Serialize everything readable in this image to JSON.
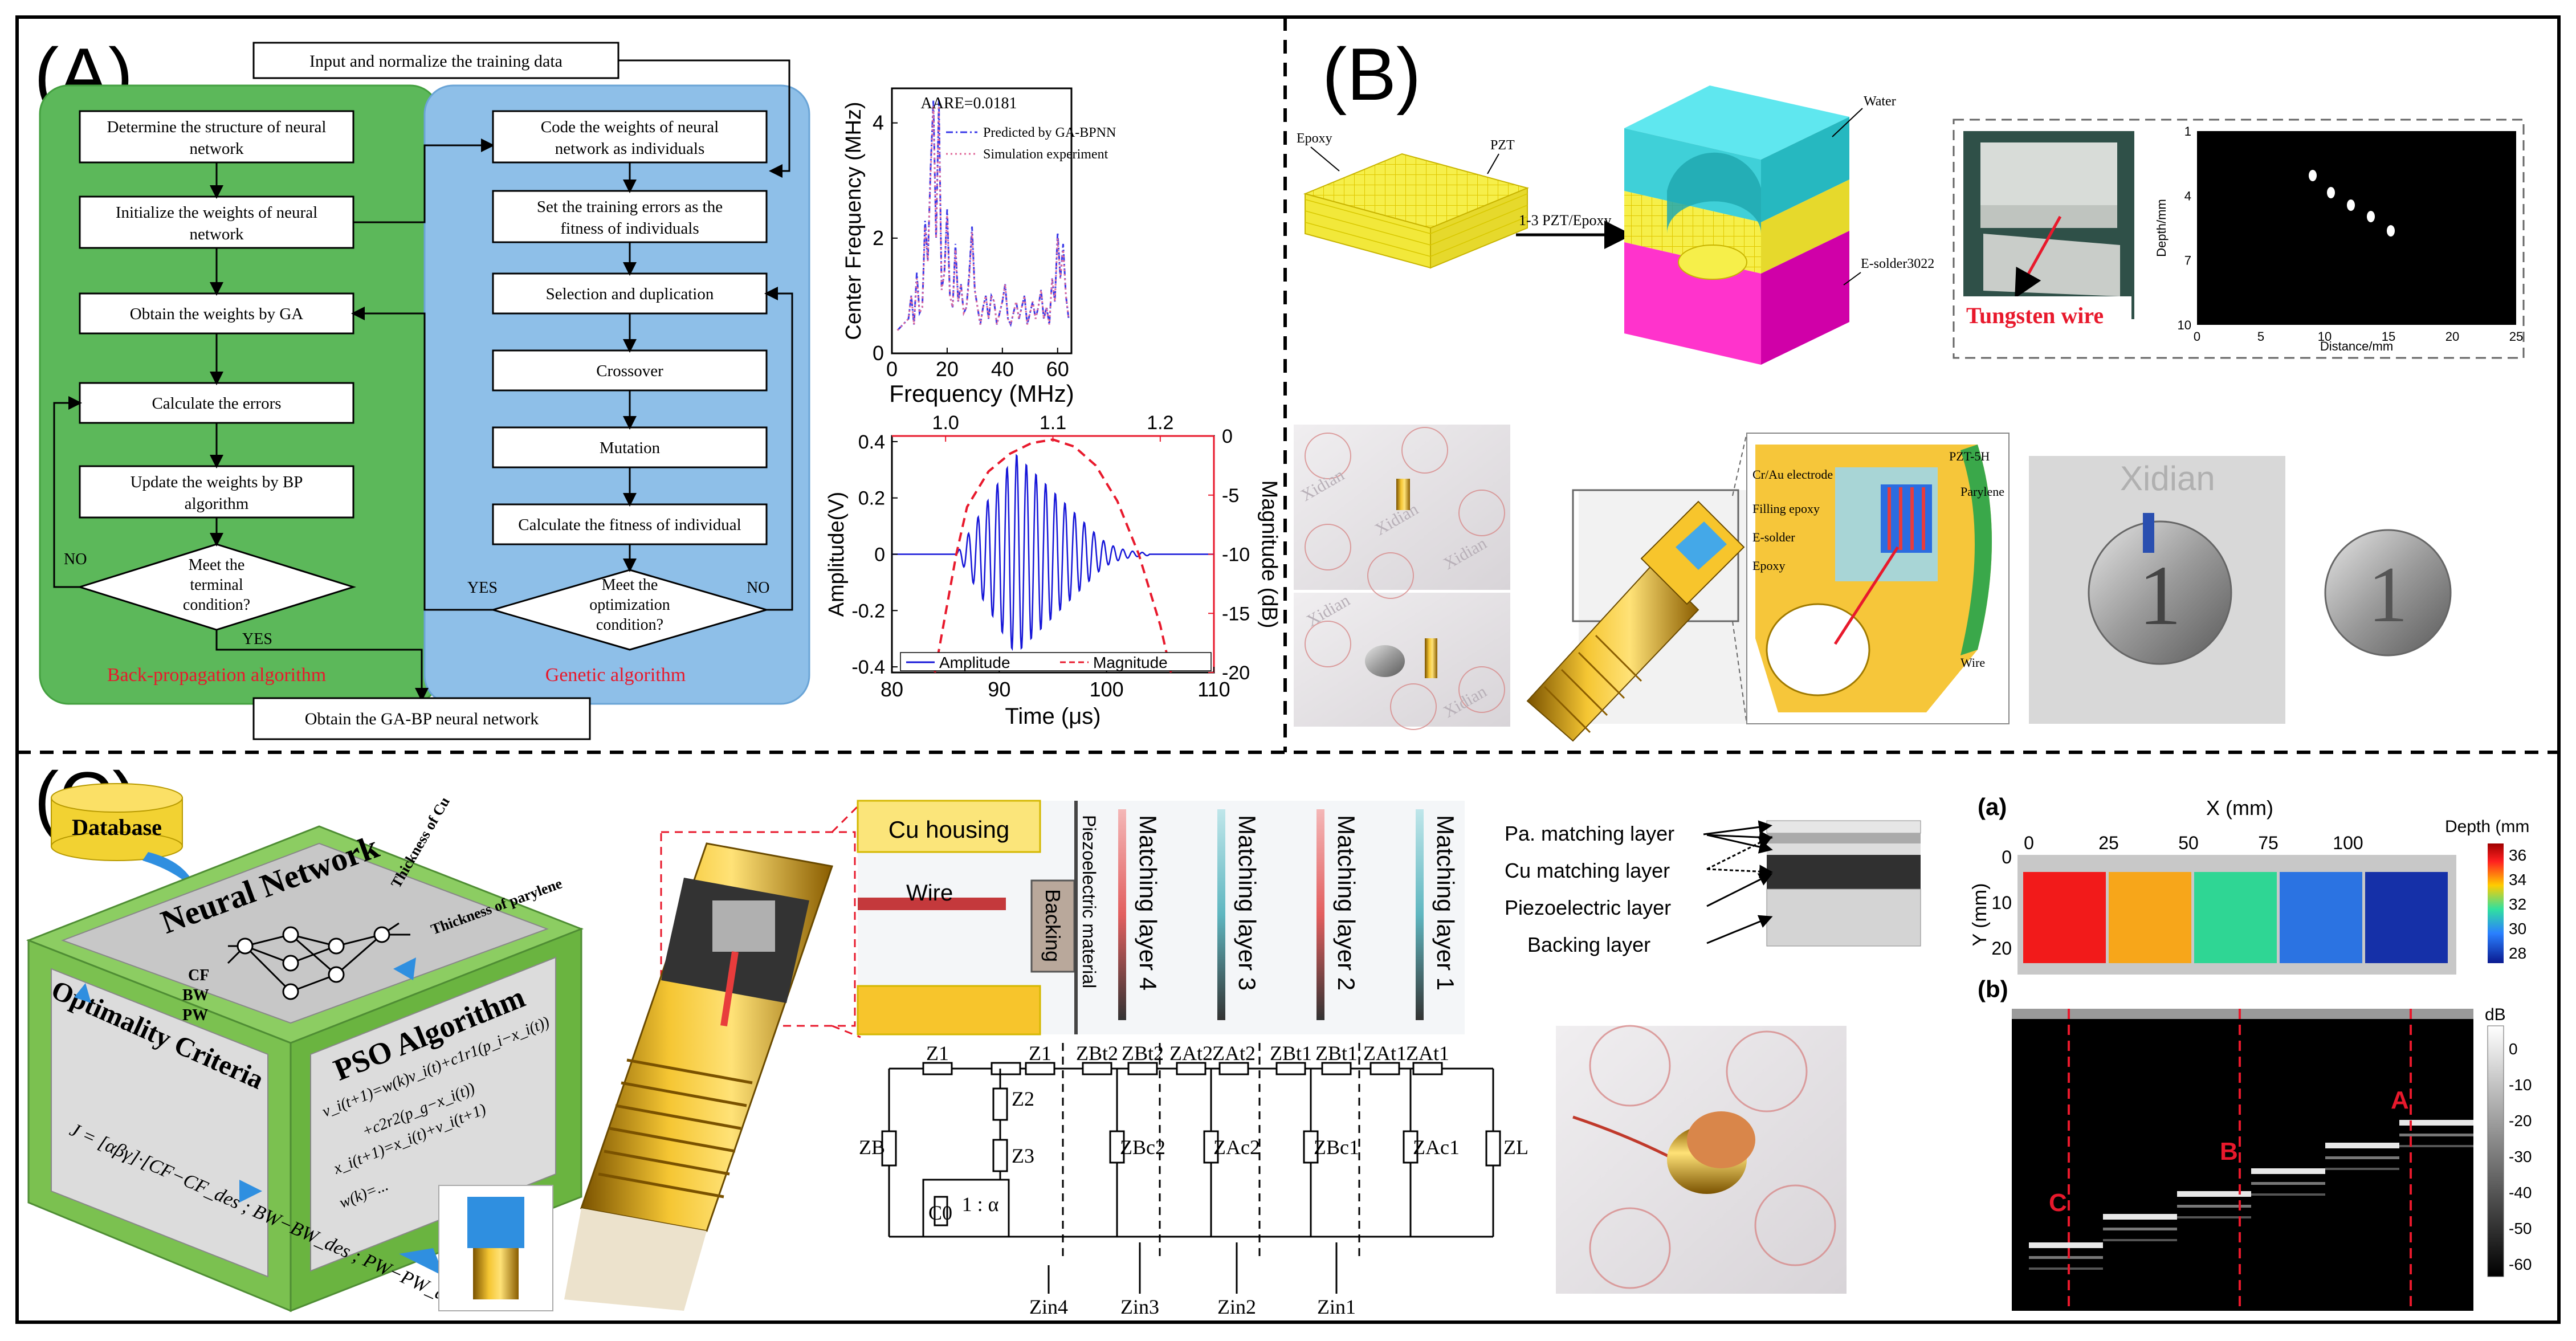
{
  "panel_labels": {
    "a": "(A)",
    "b": "(B)",
    "c": "(C)"
  },
  "panel_a": {
    "flow_top": "Input and normalize the training data",
    "bp_steps": [
      "Determine the structure of neural network",
      "Initialize the weights of neural network",
      "Obtain the weights by GA",
      "Calculate the errors",
      "Update the weights by BP algorithm"
    ],
    "bp_decision": "Meet the terminal condition?",
    "ga_steps": [
      "Code the weights of neural network as individuals",
      "Set the training errors as the fitness of individuals",
      "Selection and duplication",
      "Crossover",
      "Mutation",
      "Calculate the fitness of individual"
    ],
    "ga_decision": "Meet the optimization condition?",
    "bp_caption": "Back-propagation algorithm",
    "ga_caption": "Genetic algorithm",
    "final_box": "Obtain the GA-BP neural network",
    "label_no_left": "NO",
    "label_yes_bp": "YES",
    "label_yes_ga": "YES",
    "label_no_ga": "NO",
    "colors": {
      "bp_bg": "#5cb85a",
      "ga_bg": "#8ebfe8",
      "caption": "#e8192c"
    }
  },
  "chart_data": [
    {
      "type": "line",
      "annotation": "AARE=0.0181",
      "xlabel": "Frequency (MHz)",
      "ylabel": "Center Frequency (MHz)",
      "xlim": [
        0,
        65
      ],
      "ylim": [
        0,
        4.6
      ],
      "xticks": [
        "0",
        "20",
        "40",
        "60"
      ],
      "yticks": [
        "0",
        "2",
        "4"
      ],
      "x": [
        2,
        4,
        6,
        7,
        8,
        9,
        10,
        11,
        12,
        13,
        14,
        15,
        16,
        17,
        18,
        19,
        20,
        21,
        22,
        23,
        24,
        25,
        26,
        27,
        28,
        29,
        30,
        31,
        32,
        33,
        34,
        35,
        36,
        37,
        38,
        39,
        40,
        41,
        42,
        43,
        44,
        45,
        46,
        47,
        48,
        49,
        50,
        51,
        52,
        53,
        54,
        55,
        56,
        57,
        58,
        59,
        60,
        61,
        62,
        63,
        64
      ],
      "series": [
        {
          "name": "Predicted by GA-BPNN",
          "color": "#3a3ae8",
          "dash": "dashdot",
          "values": [
            0.4,
            0.5,
            0.6,
            1.0,
            0.5,
            1.4,
            0.7,
            0.8,
            2.3,
            1.6,
            3.2,
            4.4,
            2.0,
            4.4,
            1.1,
            1.4,
            2.5,
            1.0,
            0.8,
            1.9,
            0.9,
            1.2,
            0.7,
            0.8,
            1.4,
            2.2,
            1.1,
            0.8,
            0.5,
            0.8,
            1.0,
            0.6,
            1.0,
            0.9,
            0.5,
            0.7,
            0.9,
            1.2,
            0.6,
            0.5,
            0.7,
            0.9,
            0.6,
            0.8,
            1.0,
            0.5,
            0.7,
            0.9,
            0.6,
            0.8,
            1.1,
            0.6,
            0.8,
            0.5,
            1.3,
            0.9,
            2.1,
            1.3,
            1.9,
            1.0,
            0.6
          ]
        },
        {
          "name": "Simulation experiment",
          "color": "#e06a9a",
          "dash": "dotted",
          "values": [
            0.4,
            0.5,
            0.6,
            1.0,
            0.5,
            1.3,
            0.7,
            0.8,
            2.2,
            1.6,
            3.1,
            4.3,
            2.0,
            4.3,
            1.1,
            1.4,
            2.4,
            1.0,
            0.8,
            1.8,
            0.9,
            1.2,
            0.7,
            0.8,
            1.3,
            2.1,
            1.1,
            0.8,
            0.5,
            0.8,
            1.0,
            0.6,
            1.0,
            0.9,
            0.5,
            0.7,
            0.9,
            1.2,
            0.6,
            0.5,
            0.7,
            0.9,
            0.6,
            0.8,
            1.0,
            0.5,
            0.7,
            0.9,
            0.6,
            0.8,
            1.1,
            0.6,
            0.8,
            0.5,
            1.3,
            0.9,
            2.0,
            1.3,
            1.8,
            1.0,
            0.6
          ]
        }
      ]
    },
    {
      "type": "line",
      "xlabel": "Time (μs)",
      "ylabel": "Amplitude(V)",
      "y2label": "Magnitude (dB)",
      "xlim": [
        80,
        110
      ],
      "ylim": [
        -0.42,
        0.42
      ],
      "x2lim": [
        0.95,
        1.25
      ],
      "y2lim": [
        -20,
        0
      ],
      "xticks": [
        "80",
        "90",
        "100",
        "110"
      ],
      "yticks": [
        "-0.4",
        "-0.2",
        "0",
        "0.2",
        "0.4"
      ],
      "x2ticks": [
        "1.0",
        "1.1",
        "1.2"
      ],
      "y2ticks": [
        "0",
        "-5",
        "-10",
        "-15",
        "-20"
      ],
      "series": [
        {
          "name": "Amplitude",
          "color": "#1515d8",
          "axis": "primary",
          "burst": {
            "t_start": 86,
            "t_peak": 91.5,
            "t_end": 99,
            "period": 0.9,
            "peak": 0.36,
            "tail_end": 104
          }
        },
        {
          "name": "Magnitude",
          "color": "#e8192c",
          "axis": "secondary",
          "dash": "dashed",
          "x": [
            0.99,
            1.0,
            1.01,
            1.02,
            1.04,
            1.06,
            1.08,
            1.1,
            1.12,
            1.14,
            1.16,
            1.18,
            1.2,
            1.21
          ],
          "values": [
            -20,
            -15,
            -10,
            -6,
            -3,
            -1.5,
            -0.6,
            -0.3,
            -0.9,
            -2.5,
            -5.5,
            -10,
            -16,
            -20
          ]
        }
      ]
    },
    {
      "type": "heatmap",
      "panel": "(a)",
      "xlabel": "X (mm)",
      "ylabel": "Y (mm)",
      "colorbar_title": "Depth (mm",
      "xticks": [
        "0",
        "25",
        "50",
        "75",
        "100"
      ],
      "yticks": [
        "0",
        "10",
        "20"
      ],
      "colorbar_ticks": [
        "36",
        "34",
        "32",
        "30",
        "28"
      ],
      "blocks": [
        36,
        34,
        32,
        30,
        28
      ],
      "block_colors": [
        "#f21a1a",
        "#f7a61a",
        "#2fd694",
        "#2b73e2",
        "#1530a8"
      ]
    },
    {
      "type": "heatmap",
      "panel": "(b)",
      "colorbar_title": "dB",
      "colorbar_ticks": [
        "0",
        "-10",
        "-20",
        "-30",
        "-40",
        "-50",
        "-60"
      ],
      "markers": [
        "C",
        "B",
        "A"
      ]
    }
  ],
  "panel_b": {
    "labels": {
      "epoxy": "Epoxy",
      "pzt": "PZT",
      "arrow": "1-3 PZT/Epoxy",
      "water": "Water",
      "solder": "E-solder3022",
      "tungsten": "Tungsten wire",
      "depth_axis": "Depth/mm",
      "distance_axis": "Distance/mm",
      "cr_au": "Cr/Au electrode",
      "pzt5h": "PZT-5H",
      "filling": "Filling epoxy",
      "parylene": "Parylene",
      "esolder": "E-solder",
      "epoxy2": "Epoxy",
      "wire": "Wire"
    },
    "depth_ticks": [
      "1",
      "4",
      "7",
      "10"
    ],
    "distance_ticks": [
      "0",
      "5",
      "10",
      "15",
      "20",
      "25"
    ],
    "brand_text": "Xidian",
    "coin_label": "1"
  },
  "panel_c": {
    "database": "Database",
    "neural_network": "Neural Network",
    "optimality": "Optimality Criteria",
    "pso": "PSO Algorithm",
    "nn_inputs": [
      "CF",
      "BW",
      "PW"
    ],
    "nn_outputs": [
      "Thickness of Cu",
      "Thickness of parylene"
    ],
    "equation_j": "J = [αβγ] · [CF−CF_des ; BW−BW_des ; PW−PW_des]",
    "pso_eq1": "v_i(t+1)=w(k)v_i(t)+c1r1(p_i−x_i(t))",
    "pso_eq2": "+c2r2(p_g−x_i(t))",
    "pso_eq3": "x_i(t+1)=x_i(t)+v_i(t+1)",
    "pso_eq4": "w(k)=...",
    "cu_housing": "Cu housing",
    "wire": "Wire",
    "backing": "Backing",
    "piezo_material": "Piezoelectric material",
    "matching_layers": [
      "Matching layer 4",
      "Matching layer 3",
      "Matching layer 2",
      "Matching layer 1"
    ],
    "circuit_labels": [
      "Z1",
      "Z2",
      "Z1",
      "ZBt2",
      "ZBt2",
      "ZAt2",
      "ZAt2",
      "ZBt1",
      "ZBt1",
      "ZAt1",
      "ZAt1"
    ],
    "circuit_shunt": [
      "ZB",
      "Z3",
      "ZBc2",
      "ZAc2",
      "ZBc1",
      "ZAc1",
      "ZL"
    ],
    "c0": "C0",
    "ratio": "1 : α",
    "z_in": [
      "Zin4",
      "Zin3",
      "Zin2",
      "Zin1"
    ],
    "layer_labels": [
      "Pa. matching layer",
      "Cu matching layer",
      "Piezoelectric layer",
      "Backing layer"
    ]
  }
}
